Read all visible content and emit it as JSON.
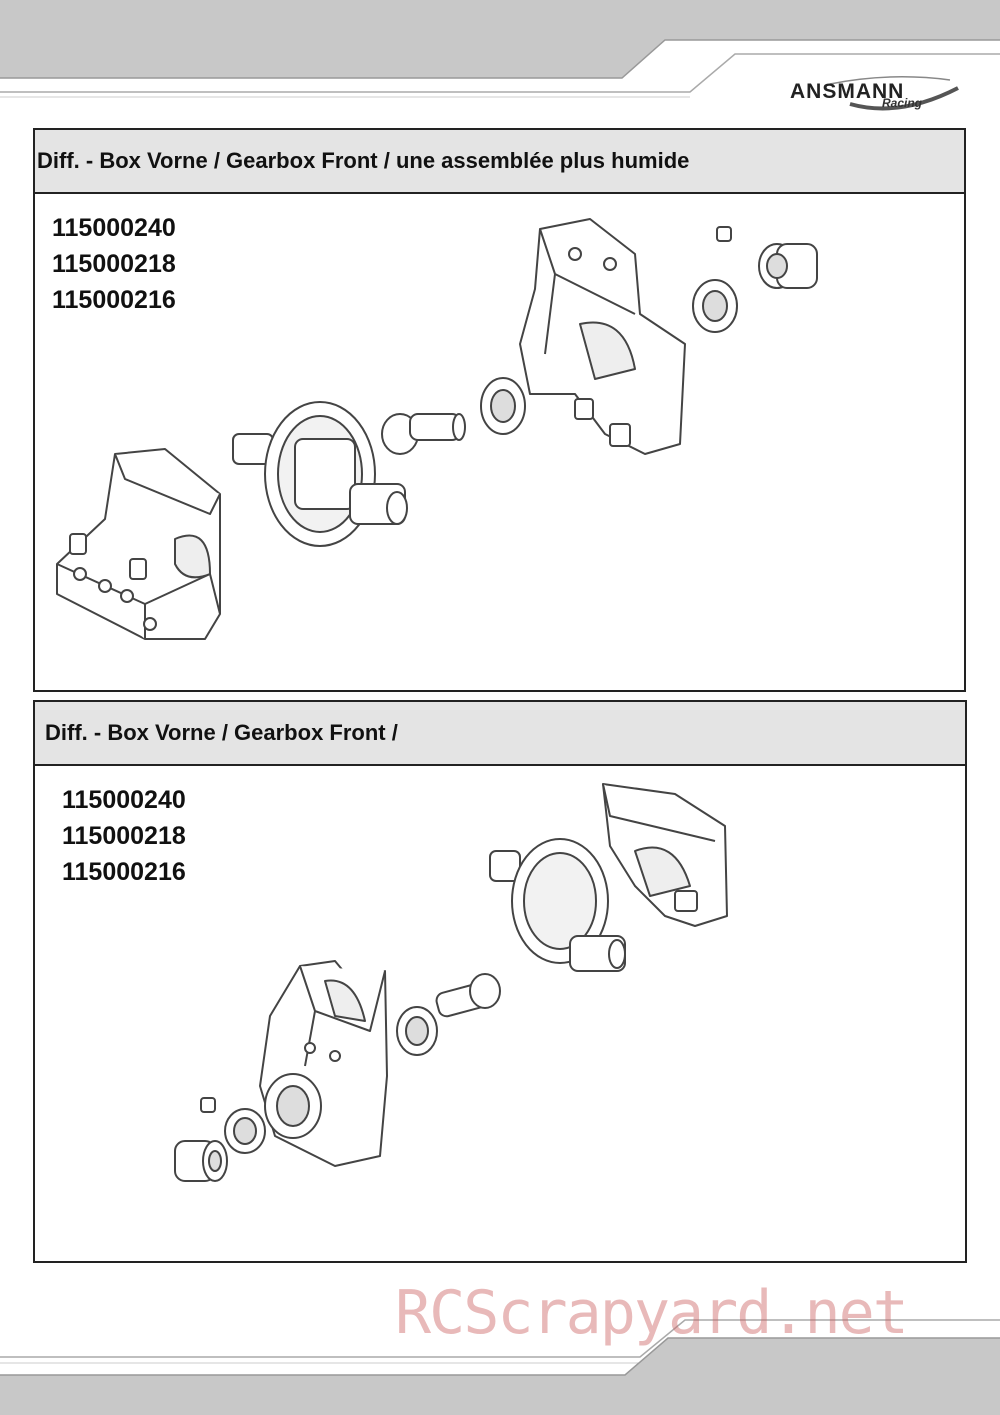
{
  "brand": {
    "logo_text": "ANSMANN",
    "logo_sub": "Racing"
  },
  "sections": [
    {
      "title": "Diff. - Box Vorne / Gearbox Front / une assemblée plus humide",
      "part_numbers": [
        "115000240",
        "115000218",
        "115000216"
      ]
    },
    {
      "title": "Diff. - Box Vorne / Gearbox Front /",
      "part_numbers": [
        "115000240",
        "115000218",
        "115000216"
      ]
    }
  ],
  "watermark": "RCScrapyard.net",
  "colors": {
    "band_gray": "#c8c8c8",
    "title_bg": "#e4e4e4",
    "border": "#222222",
    "watermark": "#cd6464"
  }
}
